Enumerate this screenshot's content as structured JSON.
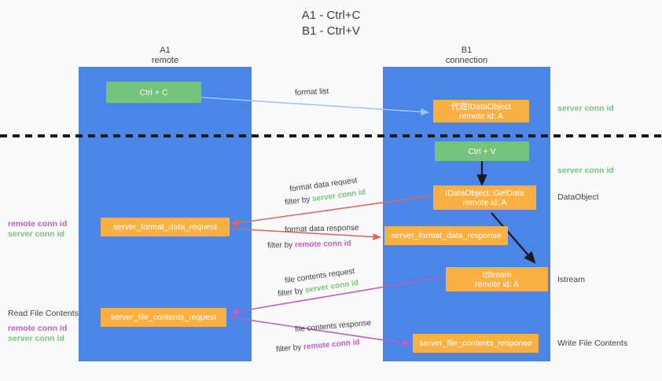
{
  "title": {
    "line1": "A1 - Ctrl+C",
    "line2": "B1 - Ctrl+V"
  },
  "colors": {
    "lane": "#4a86e8",
    "node_green": "#76c47c",
    "node_orange": "#fbb044",
    "server_conn_id": "#76c47c",
    "remote_conn_id": "#c45ac4",
    "arrow_format_list": "#9fc5f8",
    "arrow_format_data": "#e06666",
    "arrow_file_contents": "#c45ac4",
    "arrow_internal": "#1a1a1a",
    "background": "#fafafa"
  },
  "columns": [
    {
      "name": "A1",
      "sub": "remote"
    },
    {
      "name": "B1",
      "sub": "connection"
    }
  ],
  "nodes": {
    "ctrl_c": "Ctrl + C",
    "ctrl_v": "Ctrl + V",
    "proxy_dataobject_line1": "代理IDataObject",
    "proxy_dataobject_line2": "remote id: A",
    "getdata_line1": "IDataObject::GetData",
    "getdata_line2": "remote id: A",
    "istream_line1": "IStream",
    "istream_line2": "remote id: A",
    "server_format_data_request": "server_format_data_request",
    "server_format_data_response": "server_format_data_response",
    "server_file_contents_request": "server_file_contents_request",
    "server_file_contents_response": "server_file_contents_response"
  },
  "arrow_labels": {
    "format_list": "format list",
    "format_data_request": "format data request",
    "format_data_request_filter_pre": "filter by ",
    "format_data_request_filter_key": "server conn id",
    "format_data_response": "format data response",
    "format_data_response_filter_pre": "filter by ",
    "format_data_response_filter_key": "remote conn id",
    "file_contents_request": "file contents request",
    "file_contents_request_filter_pre": "filter by ",
    "file_contents_request_filter_key": "server conn id",
    "file_contents_response": "file contents response",
    "file_contents_response_filter_pre": "filter by ",
    "file_contents_response_filter_key": "remote conn id"
  },
  "side_labels": {
    "right_server_conn_id_top": "server conn id",
    "right_server_conn_id_mid": "server conn id",
    "right_dataobject": "DataObject",
    "right_istream": "Istream",
    "right_write_file_contents": "Write File Contents",
    "left_remote_conn_id_1": "remote conn id",
    "left_server_conn_id_1": "server conn id",
    "left_read_file_contents": "Read File Contents",
    "left_remote_conn_id_2": "remote conn id",
    "left_server_conn_id_2": "server conn id"
  }
}
